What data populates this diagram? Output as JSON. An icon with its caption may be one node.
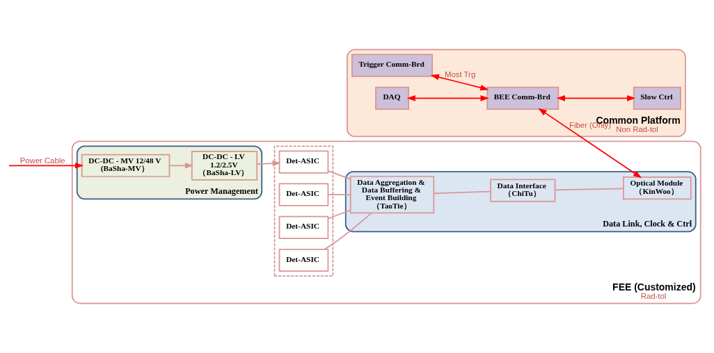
{
  "diagram": {
    "nodes": [
      {
        "text": [
          "FEE (Customized)",
          "Rad-tol"
        ]
      },
      {
        "text": [],
        "shape": "box",
        "in": 0
      },
      {
        "text": [
          "Det-ASIC"
        ],
        "in": 1
      },
      {
        "text": [
          "Det-ASIC"
        ],
        "in": 1
      },
      {
        "text": [
          "Det-ASIC"
        ],
        "in": 1
      },
      {
        "text": [
          "Det-ASIC"
        ],
        "in": 1
      },
      {
        "text": [
          "Data Link, Clock & Ctrl"
        ],
        "in": 0
      },
      {
        "text": [
          "Data Aggregation & Data Buffering & Event Building （TaoTie）"
        ],
        "in": 6
      },
      {
        "text": [
          "Data Interface （ChiTu）"
        ],
        "in": 6
      },
      {
        "text": [
          "Optical Module （KinWoo）"
        ],
        "in": 6
      },
      {
        "text": [
          "Power Management"
        ],
        "in": 0
      },
      {
        "text": [
          "DC-DC - LV 1.2/2.5V （BaSha-LV）"
        ],
        "in": 10
      },
      {
        "text": [
          "DC-DC - MV 12/48 V (BaSha-MV）"
        ],
        "in": 10
      },
      {
        "text": [
          "Common Platform",
          "Non Rad-tol"
        ]
      },
      {
        "text": [
          "Trigger Comm-Brd"
        ],
        "in": 13
      },
      {
        "text": [
          "DAQ"
        ],
        "in": 13
      },
      {
        "text": [
          "BEE Comm-Brd"
        ],
        "in": 13
      },
      {
        "text": [
          "Slow Ctrl"
        ],
        "in": 13
      }
    ],
    "edges": [
      {
        "from": 2,
        "to": 7,
        "arrow": "none"
      },
      {
        "from": 3,
        "to": 7,
        "arrow": "none"
      },
      {
        "from": 4,
        "to": 7,
        "arrow": "none"
      },
      {
        "from": 5,
        "to": 7,
        "arrow": "none"
      },
      {
        "from": 7,
        "to": 8,
        "arrow": "none"
      },
      {
        "from": 8,
        "to": 9,
        "arrow": "none"
      },
      {
        "from": 11,
        "to": 5,
        "arrow": "to"
      },
      {
        "from": 12,
        "to": 11,
        "arrow": "to"
      },
      {
        "from": null,
        "to": 12,
        "arrow": "to",
        "label": "Power Cable",
        "color": "#ff0000"
      },
      {
        "from": 16,
        "to": 9,
        "arrow": "both",
        "label": "Fiber (Only)",
        "color": "#ff0000"
      },
      {
        "from": 14,
        "to": 16,
        "arrow": "both",
        "label": "Most Trg",
        "color": "#ff0000"
      },
      {
        "from": 15,
        "to": 16,
        "arrow": "both",
        "color": "#ff0000"
      },
      {
        "from": 16,
        "to": 17,
        "arrow": "both",
        "color": "#ff0000"
      }
    ]
  }
}
